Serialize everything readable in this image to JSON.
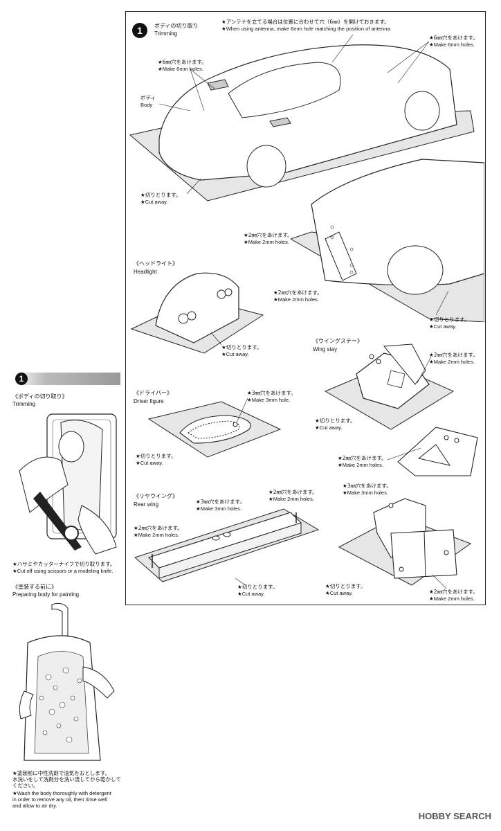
{
  "left": {
    "step": "1",
    "trim_jp": "《ボディの切り取り》",
    "trim_en": "Trimming",
    "cut_jp": "★ハサミやカッターナイフで切り取ります。",
    "cut_en": "★Cut off using scissors or a modeling knife.",
    "prep_jp": "《塗装する前に》",
    "prep_en": "Preparing body for painting",
    "wash_jp1": "★塗装前に中性洗剤で油気をおとします。",
    "wash_jp2": "水洗いをして洗剤分を洗い流してから乾かして",
    "wash_jp3": "ください。",
    "wash_en1": "★Wash the body thoroughly with detergent",
    "wash_en2": "in order to remove any oil, then rinse well",
    "wash_en3": "and allow to air dry."
  },
  "main": {
    "step": "1",
    "title_jp": "ボディの切り取り",
    "title_en": "Trimming",
    "antenna_jp": "★アンテナを立てる場合は位置に合わせて穴（6㎜）を開けておきます。",
    "antenna_en": "★When using antenna, make 6mm hole matching the position of antenna.",
    "hole6_jp": "★6㎜穴をあけます。",
    "hole6_en": "★Make 6mm holes.",
    "body_jp": "ボディ",
    "body_en": "Body",
    "cut_jp": "★切りとります。",
    "cut_en": "★Cut away.",
    "hole2_jp": "★2㎜穴をあけます。",
    "hole2_en": "★Make 2mm holes.",
    "hole3_jp": "★3㎜穴をあけます。",
    "hole3_en": "★Make 3mm holes.",
    "hole3b_en": "★Make 3mm hole.",
    "headlight_jp": "《ヘッドライト》",
    "headlight_en": "Headlight",
    "driver_jp": "《ドライバー》",
    "driver_en": "Driver figure",
    "rearwing_jp": "《リヤウイング》",
    "rearwing_en": "Rear wing",
    "wingstay_jp": "《ウイングステー》",
    "wingstay_en": "Wing stay"
  },
  "watermark": "HOBBY SEARCH"
}
